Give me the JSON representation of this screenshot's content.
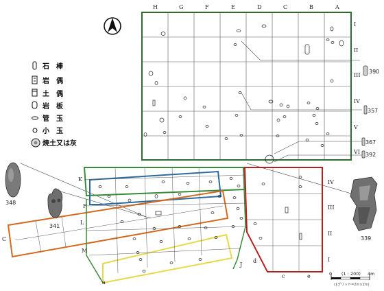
{
  "map": {
    "column_labels": [
      "H",
      "G",
      "F",
      "E",
      "D",
      "C",
      "B",
      "A"
    ],
    "row_labels": [
      "I",
      "II",
      "III",
      "IV",
      "V",
      "VI"
    ],
    "lower_row_labels": [
      "IV",
      "III",
      "II",
      "I"
    ],
    "zone_labels": [
      "K",
      "F",
      "L",
      "C",
      "M",
      "J",
      "a",
      "d",
      "c",
      "e"
    ],
    "artifact_ids": [
      "390",
      "357",
      "367",
      "392",
      "348",
      "341",
      "339"
    ],
    "legend": [
      {
        "symbol": "stone-rod-icon",
        "text": "石　棒"
      },
      {
        "symbol": "rock-figure-icon",
        "text": "岩　偶"
      },
      {
        "symbol": "clay-figure-icon",
        "text": "土　偶"
      },
      {
        "symbol": "rock-plate-icon",
        "text": "岩　板"
      },
      {
        "symbol": "tube-bead-icon",
        "text": "管　玉"
      },
      {
        "symbol": "small-bead-icon",
        "text": "小　玉"
      },
      {
        "symbol": "burnt-soil-icon",
        "text": "焼土又は灰"
      }
    ],
    "scale": {
      "ticks": [
        "0",
        "4m"
      ],
      "ratio": "(1 : 200)",
      "grid_note": "(1グリッド=2m×2m)"
    },
    "colors": {
      "upper_grid": "#2e6b2e",
      "green_band": "#3a8a3a",
      "blue_band": "#2c6a9e",
      "orange_band": "#d2691e",
      "yellow_band": "#e6d94a",
      "red_area": "#b52020"
    }
  }
}
